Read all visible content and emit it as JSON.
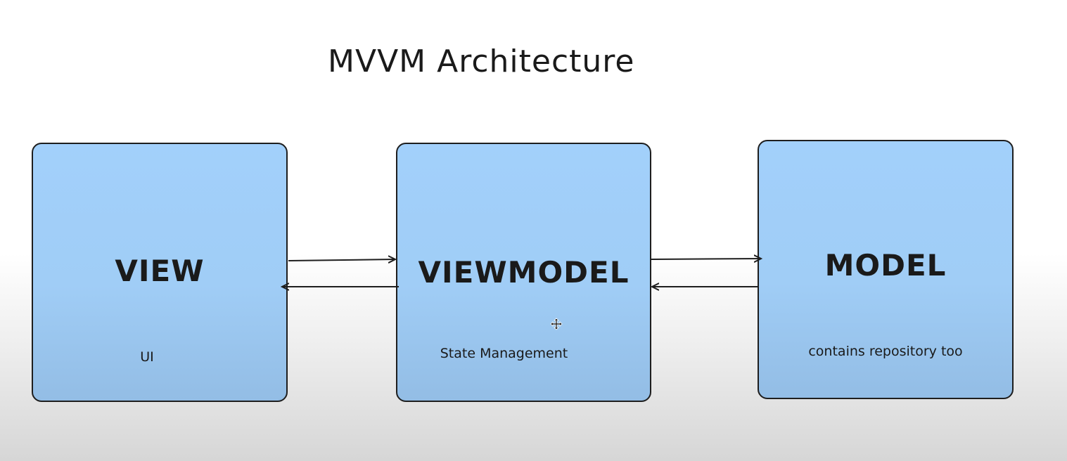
{
  "diagram": {
    "title": "MVVM Architecture",
    "nodes": [
      {
        "label": "VIEW",
        "description": "UI"
      },
      {
        "label": "VIEWMODEL",
        "description": "State Management"
      },
      {
        "label": "MODEL",
        "description": "contains repository too"
      }
    ],
    "edges": [
      {
        "from": "VIEW",
        "to": "VIEWMODEL"
      },
      {
        "from": "VIEWMODEL",
        "to": "VIEW"
      },
      {
        "from": "VIEWMODEL",
        "to": "MODEL"
      },
      {
        "from": "MODEL",
        "to": "VIEWMODEL"
      }
    ],
    "colors": {
      "box_fill": "#a2d0fb",
      "stroke": "#1e1e1e"
    },
    "cursor_icon": "move-cursor-icon"
  }
}
